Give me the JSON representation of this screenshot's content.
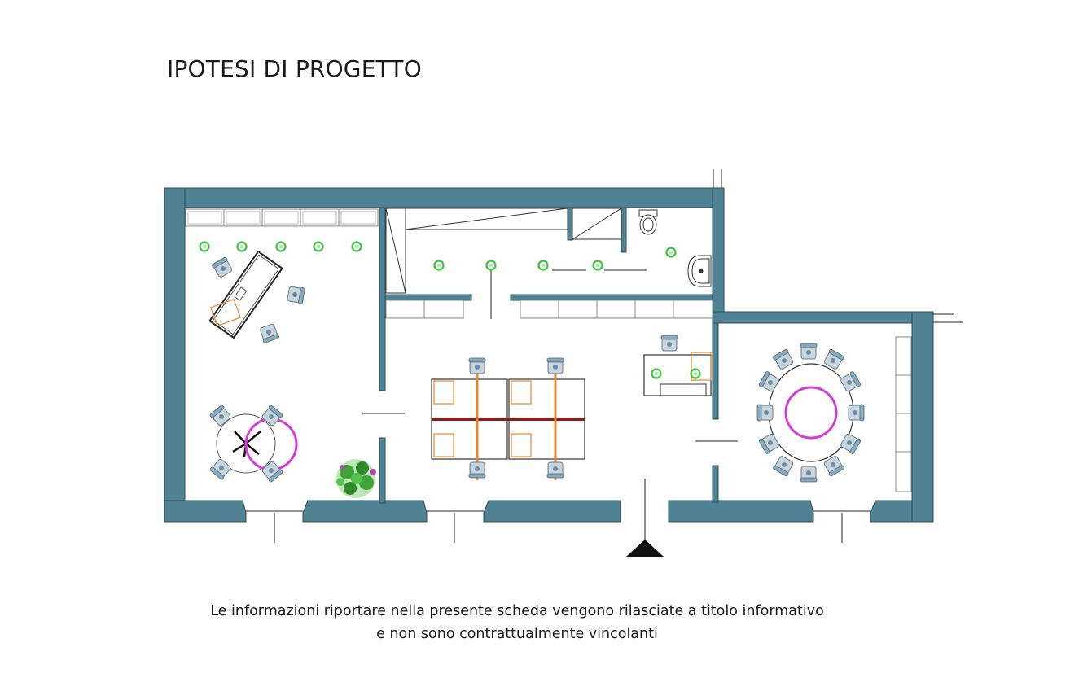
{
  "title": "IPOTESI DI PROGETTO",
  "disclaimer": {
    "line1": "Le informazioni riportare nella presente scheda vengono rilasciate a titolo informativo",
    "line2": "e non sono contrattualmente vincolanti"
  },
  "colors": {
    "wall": "#4f8293",
    "wall_outline": "#2f4f5a",
    "light_fixture": "#39c43a",
    "meeting_table": "#d63ad6",
    "desk_accent": "#e8892a",
    "desk_divider": "#8b1d1d",
    "chair": "#8aa9bd",
    "plant": "#3fa33a"
  },
  "rooms": [
    {
      "id": "office-left",
      "furniture": [
        "executive-desk",
        "3 chairs",
        "round-meeting-table-4-chairs",
        "plant",
        "wall-storage"
      ]
    },
    {
      "id": "corridor-top",
      "furniture": [
        "storage-cabinets",
        "4 ceiling lights"
      ]
    },
    {
      "id": "bathroom",
      "furniture": [
        "toilet",
        "sink"
      ]
    },
    {
      "id": "open-space",
      "furniture": [
        "4 workstations",
        "reception-desk"
      ]
    },
    {
      "id": "meeting-room",
      "furniture": [
        "oval-table-12-chairs",
        "wall-storage"
      ]
    }
  ],
  "entrance_marker": "triangle"
}
